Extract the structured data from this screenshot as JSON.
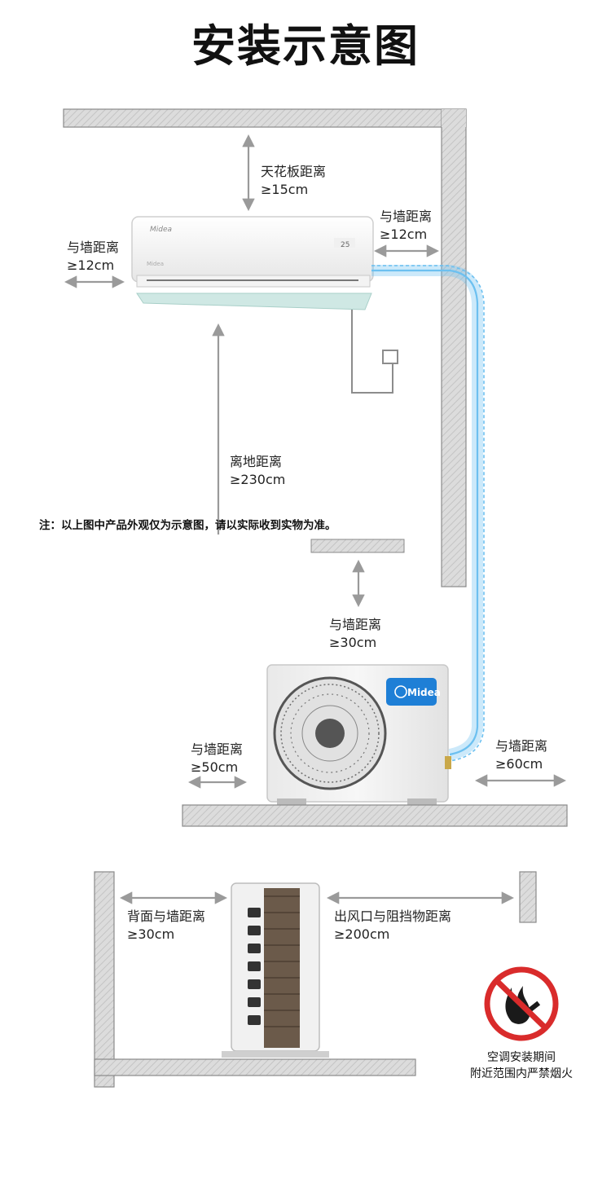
{
  "title": "安装示意图",
  "labels": {
    "ceiling": [
      "天花板距离",
      "≥15cm"
    ],
    "indoor_left": [
      "与墙距离",
      "≥12cm"
    ],
    "indoor_right": [
      "与墙距离",
      "≥12cm"
    ],
    "floor": [
      "离地距离",
      "≥230cm"
    ],
    "outdoor_top": [
      "与墙距离",
      "≥30cm"
    ],
    "outdoor_left": [
      "与墙距离",
      "≥50cm"
    ],
    "outdoor_right": [
      "与墙距离",
      "≥60cm"
    ],
    "back": [
      "背面与墙距离",
      "≥30cm"
    ],
    "outlet": [
      "出风口与阻挡物距离",
      "≥200cm"
    ]
  },
  "note": "注：以上图中产品外观仅为示意图，请以实际收到实物为准。",
  "warning": [
    "空调安装期间",
    "附近范围内严禁烟火"
  ],
  "brand": {
    "outdoor_logo": "Midea",
    "indoor_logo": "Midea",
    "display_temp": "25"
  },
  "colors": {
    "wall": "#d8d8d8",
    "wall_edge": "#7a7a7a",
    "pipe": "#6cc0f0",
    "arrow": "#9a9a9a",
    "logo_blue": "#1e7fd6",
    "no_fire_red": "#d92b2b"
  },
  "icons": [
    "no-fire-icon",
    "midea-logo-icon"
  ]
}
